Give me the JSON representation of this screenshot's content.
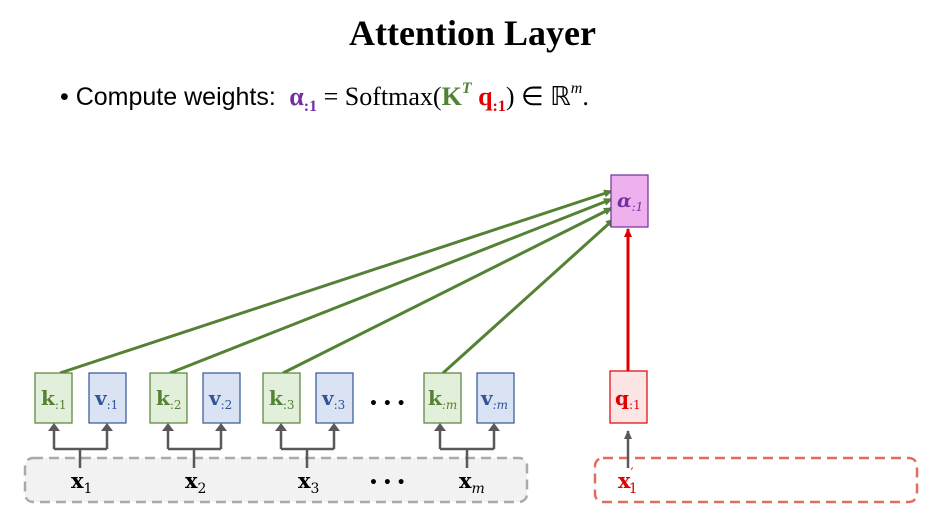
{
  "title": "Attention Layer",
  "bullet": {
    "marker": "•",
    "text": "Compute weights:",
    "alpha": "α",
    "alpha_sub": ":1",
    "equals": "= Softmax(",
    "K": "K",
    "K_sup": "T",
    "q": "q",
    "q_sub": ":1",
    "tail": ") ∈ ℝ",
    "tail_sup": "m",
    "period": "."
  },
  "diagram": {
    "alpha_box": {
      "main": "α",
      "sub": ":1"
    },
    "k_boxes": [
      {
        "main": "k",
        "sub": ":1"
      },
      {
        "main": "k",
        "sub": ":2"
      },
      {
        "main": "k",
        "sub": ":3"
      },
      {
        "main": "k",
        "sub": ":m"
      }
    ],
    "v_boxes": [
      {
        "main": "v",
        "sub": ":1"
      },
      {
        "main": "v",
        "sub": ":2"
      },
      {
        "main": "v",
        "sub": ":3"
      },
      {
        "main": "v",
        "sub": ":m"
      }
    ],
    "x_labels": [
      {
        "main": "x",
        "sub": "1"
      },
      {
        "main": "x",
        "sub": "2"
      },
      {
        "main": "x",
        "sub": "3"
      },
      {
        "main": "x",
        "sub": "m"
      }
    ],
    "q_box": {
      "main": "q",
      "sub": ":1"
    },
    "xprime": {
      "main": "x",
      "sup": "′",
      "sub": "1"
    },
    "ellipsis": "• • •",
    "colors": {
      "green": "#548235",
      "green_fill": "#e2efda",
      "blue": "#2f5597",
      "blue_fill": "#dae3f3",
      "red": "#e00000",
      "red_fill": "#fbe5e5",
      "purple": "#7030a0",
      "purple_fill": "#eeb1ee",
      "gray": "#595959",
      "dash_gray": "#aaaaaa",
      "dash_red": "#e46c5f"
    }
  }
}
